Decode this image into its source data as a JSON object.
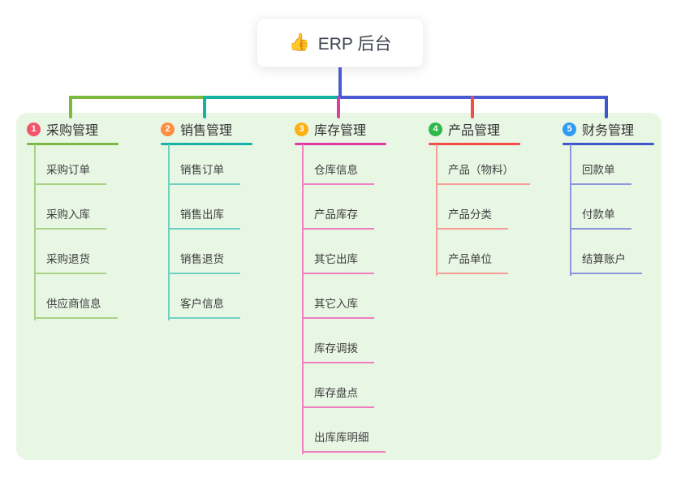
{
  "root": {
    "icon": "👍",
    "label": "ERP 后台"
  },
  "theme": {
    "page_background": "#ffffff",
    "panel_background": "#e8f6e4",
    "connector_color": "#4a5ad2",
    "root_text_color": "#3d4350",
    "title_text_color": "#333333",
    "child_text_color": "#3f3f3f"
  },
  "branches": [
    {
      "number": "1",
      "title": "采购管理",
      "badge_color": "#f2566b",
      "line_color": "#7cb93f",
      "child_line_color": "#a8d385",
      "children": [
        "采购订单",
        "采购入库",
        "采购退货",
        "供应商信息"
      ]
    },
    {
      "number": "2",
      "title": "销售管理",
      "badge_color": "#ff8e41",
      "line_color": "#16b2a3",
      "child_line_color": "#72cfc4",
      "children": [
        "销售订单",
        "销售出库",
        "销售退货",
        "客户信息"
      ]
    },
    {
      "number": "3",
      "title": "库存管理",
      "badge_color": "#ffb012",
      "line_color": "#e23aa4",
      "child_line_color": "#ef7fc1",
      "children": [
        "仓库信息",
        "产品库存",
        "其它出库",
        "其它入库",
        "库存调拨",
        "库存盘点",
        "出库库明细"
      ]
    },
    {
      "number": "4",
      "title": "产品管理",
      "badge_color": "#2eb84c",
      "line_color": "#f54b4b",
      "child_line_color": "#f89d97",
      "children": [
        "产品（物料）",
        "产品分类",
        "产品单位"
      ]
    },
    {
      "number": "5",
      "title": "财务管理",
      "badge_color": "#2f9bf2",
      "line_color": "#3e56cb",
      "child_line_color": "#8a97da",
      "children": [
        "回款单",
        "付款单",
        "结算账户"
      ]
    }
  ]
}
